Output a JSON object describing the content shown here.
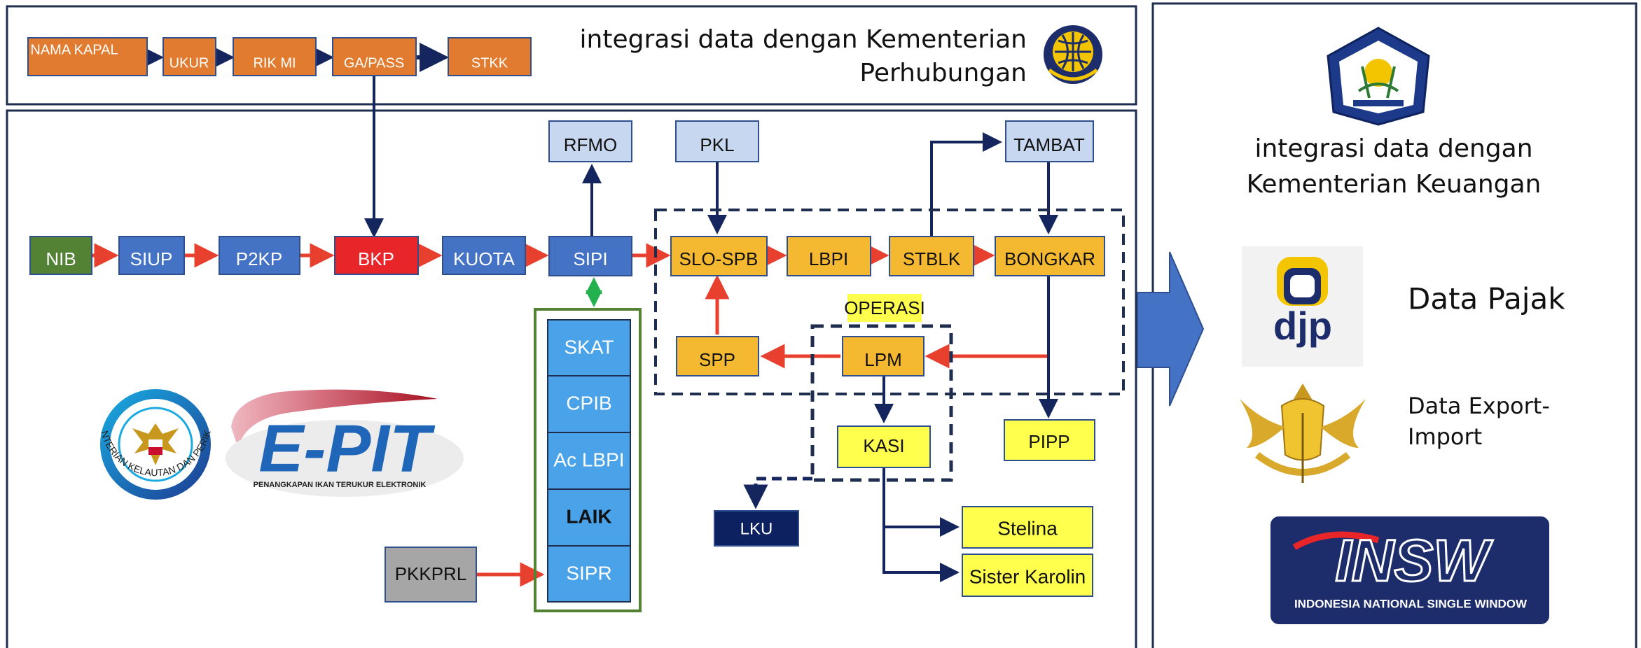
{
  "colors": {
    "frame": "#1f2d4f",
    "orange": "#e07b2f",
    "blue": "#4472c4",
    "light_blue": "#c7d7ef",
    "yellow_orange": "#f4b930",
    "yellow": "#ffff4d",
    "red": "#e8262a",
    "green": "#548235",
    "navy": "#0d2060",
    "sky": "#4aa2e8",
    "gray": "#a6a6a6",
    "arrow_red": "#e8402f",
    "arrow_navy": "#15265e",
    "arrow_green": "#22b14c",
    "big_arrow": "#4472c4"
  },
  "top_panel": {
    "flow": [
      "NAMA KAPAL",
      "UKUR",
      "RIK MI",
      "GA/PASS",
      "STKK"
    ],
    "integration_line1": "integrasi data dengan Kementerian",
    "integration_line2": "Perhubungan",
    "logo_icon": "kementerian-perhubungan-logo-icon"
  },
  "main_flow": {
    "nodes": [
      "NIB",
      "SIUP",
      "P2KP",
      "BKP",
      "KUOTA",
      "SIPI",
      "SLO-SPB",
      "LBPI",
      "STBLK",
      "BONGKAR"
    ],
    "top_nodes": [
      "RFMO",
      "PKL",
      "TAMBAT"
    ],
    "stack": [
      "SKAT",
      "CPIB",
      "Ac LBPI",
      "LAIK",
      "SIPR"
    ],
    "pkkprl": "PKKPRL",
    "spp": "SPP",
    "lpm": "LPM",
    "operasi": "OPERASI",
    "kasi": "KASI",
    "lku": "LKU",
    "pipp": "PIPP",
    "stelina": "Stelina",
    "sister_karolin": "Sister Karolin"
  },
  "logos": {
    "kkp_text": "KEMENTERIAN KELAUTAN DAN PERIKANAN",
    "epit_title": "E-PIT",
    "epit_subtitle": "PENANGKAPAN IKAN TERUKUR ELEKTRONIK"
  },
  "right_panel": {
    "kemenkeu_icon": "kementerian-keuangan-logo-icon",
    "integration_line1": "integrasi data dengan",
    "integration_line2": "Kementerian Keuangan",
    "djp_logo_text": "djp",
    "data_pajak": "Data Pajak",
    "customs_icon": "bea-cukai-emblem-icon",
    "data_export_line1": "Data Export-",
    "data_export_line2": "Import",
    "insw_title": "INSW",
    "insw_subtitle": "INDONESIA NATIONAL SINGLE WINDOW"
  }
}
